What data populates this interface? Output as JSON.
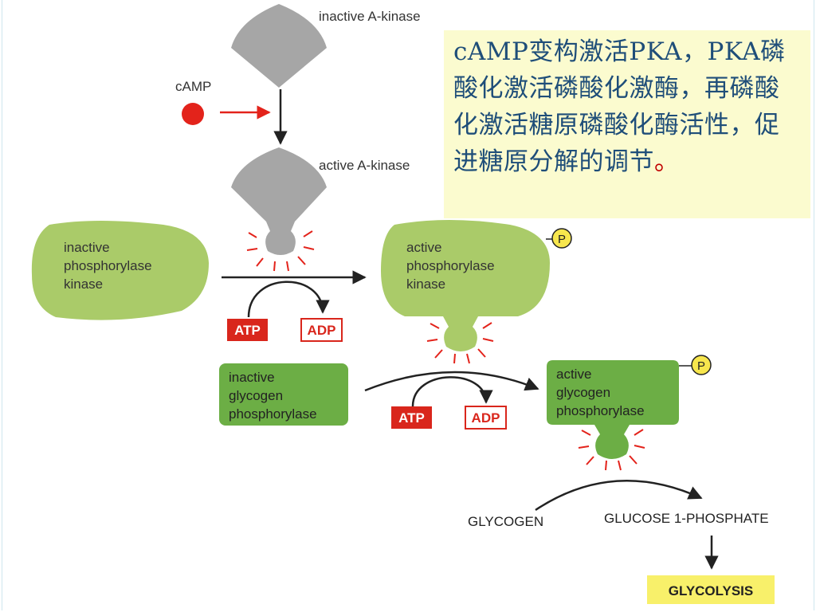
{
  "diagram": {
    "inactive_a_kinase": "inactive A-kinase",
    "camp": "cAMP",
    "active_a_kinase": "active A-kinase",
    "inactive_phk": [
      "inactive",
      "phosphorylase",
      "kinase"
    ],
    "active_phk": [
      "active",
      "phosphorylase",
      "kinase"
    ],
    "inactive_gp": [
      "inactive",
      "glycogen",
      "phosphorylase"
    ],
    "active_gp": [
      "active",
      "glycogen",
      "phosphorylase"
    ],
    "atp": "ATP",
    "adp": "ADP",
    "p": "P",
    "glycogen": "GLYCOGEN",
    "glucose_1_phosphate": "GLUCOSE 1-PHOSPHATE",
    "glycolysis": "GLYCOLYSIS"
  },
  "note": {
    "text": "cAMP变构激活PKA，PKA磷酸化激活磷酸化激酶，再磷酸化激活糖原磷酸化酶活性，促进糖原分解的调节",
    "end_mark": "。"
  },
  "colors": {
    "kinase_gray": "#a6a6a6",
    "phk_green": "#aacb69",
    "gp_green": "#6cae45",
    "atp_red": "#d9261c",
    "camp_red": "#e3231b",
    "p_yellow": "#f7e64d",
    "glycolysis_yellow": "#f8f06a",
    "note_bg": "#fbfbcf",
    "note_text": "#1f4e79"
  }
}
